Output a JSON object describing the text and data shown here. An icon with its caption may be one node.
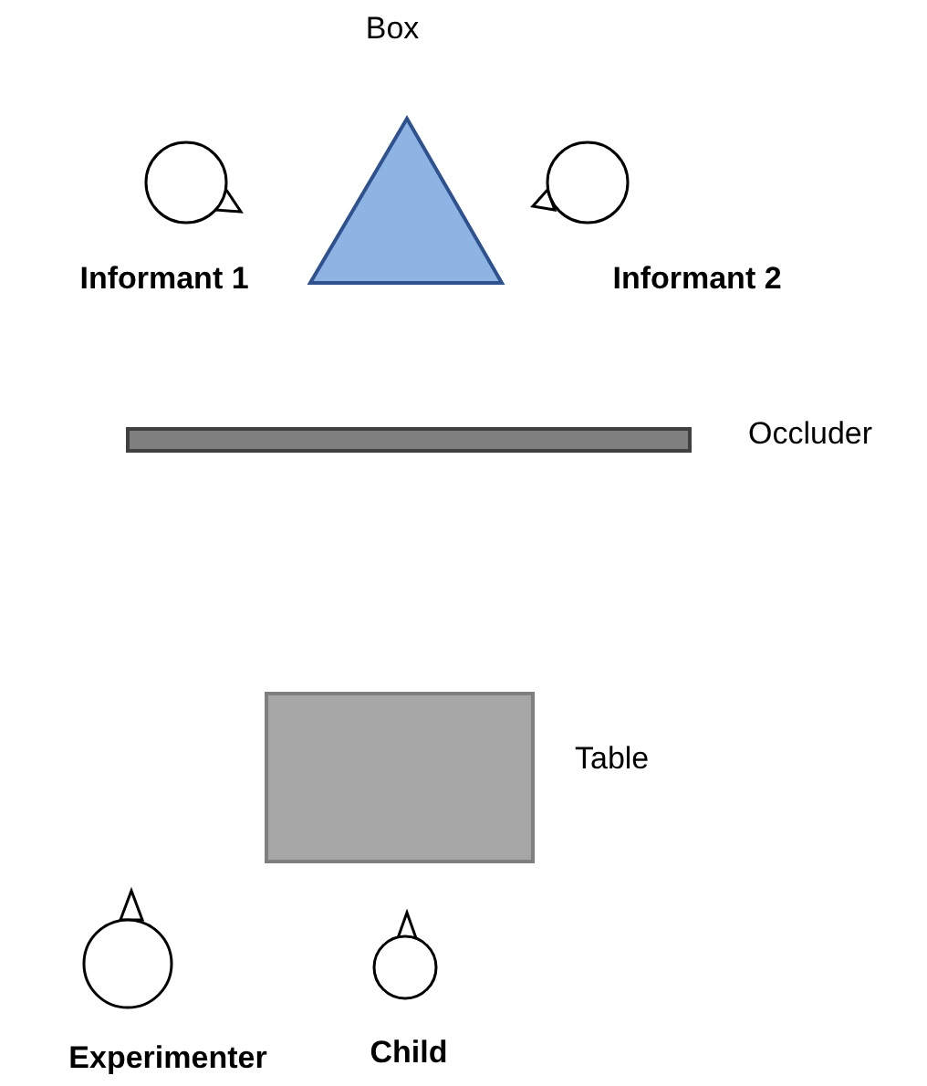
{
  "diagram": {
    "nodes": [
      {
        "text": [
          "Box"
        ]
      },
      {
        "text": [
          "Informant 1"
        ]
      },
      {
        "text": [
          "Informant 2"
        ]
      },
      {
        "text": [
          "Occluder"
        ]
      },
      {
        "text": [
          "Table"
        ]
      },
      {
        "text": [
          "Experimenter"
        ]
      },
      {
        "text": [
          "Child"
        ]
      }
    ]
  }
}
